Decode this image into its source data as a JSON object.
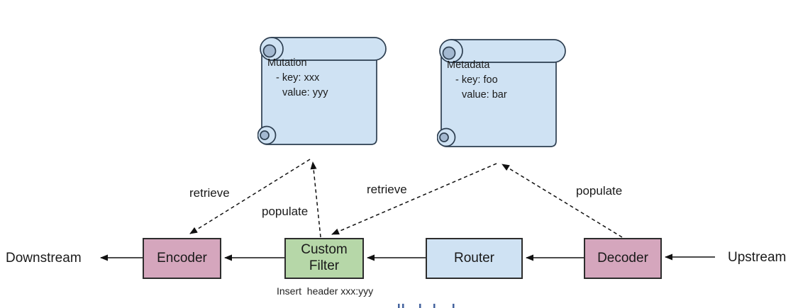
{
  "scrolls": [
    {
      "title": "Mutation",
      "lines": [
        "- key: xxx",
        "value: yyy"
      ]
    },
    {
      "title": "Metadata",
      "lines": [
        "- key: foo",
        "value: bar"
      ]
    }
  ],
  "nodes": [
    {
      "label": "Encoder"
    },
    {
      "label": "Custom Filter"
    },
    {
      "label": "Router"
    },
    {
      "label": "Decoder"
    }
  ],
  "endpoints": {
    "left": "Downstream",
    "right": "Upstream"
  },
  "edges": [
    {
      "label": "retrieve"
    },
    {
      "label": "populate"
    },
    {
      "label": "retrieve"
    },
    {
      "label": "populate"
    }
  ],
  "caption": "Insert  header xxx:yyy",
  "palette": {
    "node_pink": "#d5a6bd",
    "node_green": "#b6d7a8",
    "node_blue": "#cfe2f3",
    "scroll_fill": "#cfe2f3",
    "scroll_shade": "#a3b8d0",
    "stroke": "#2d2d2d",
    "connector": "#111111",
    "clipped_text_blue": "#44639e"
  }
}
